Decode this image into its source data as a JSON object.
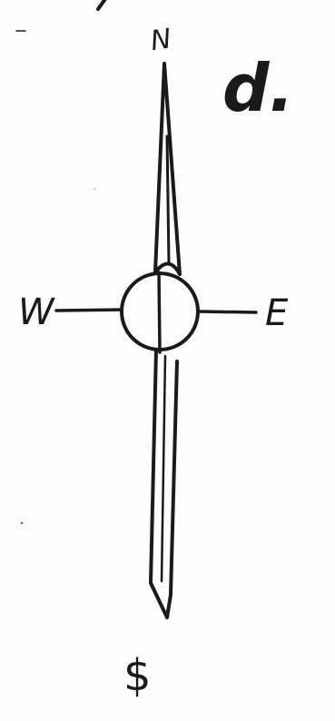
{
  "diagram": {
    "labels": {
      "north": "N",
      "east": "E",
      "west": "W",
      "south": "$",
      "note": "d."
    },
    "colors": {
      "ink": "#1a1a1a",
      "paper": "#fdfdfd"
    }
  }
}
